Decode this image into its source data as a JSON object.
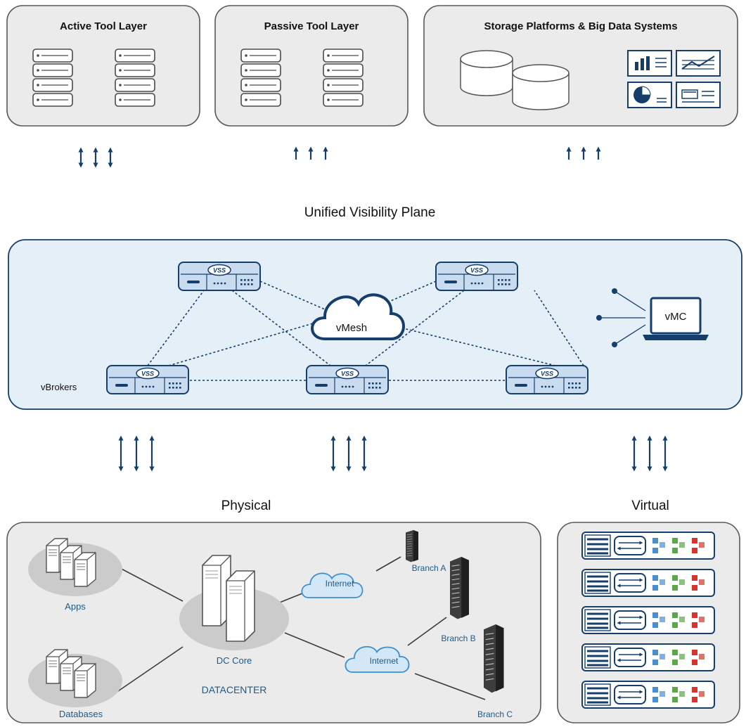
{
  "top_boxes": [
    {
      "title": "Active Tool Layer"
    },
    {
      "title": "Passive Tool Layer"
    },
    {
      "title": "Storage Platforms & Big Data Systems"
    }
  ],
  "plane": {
    "title": "Unified Visibility Plane",
    "vbrokers_label": "vBrokers",
    "cloud_label": "vMesh",
    "vmc_label": "vMC",
    "device_logo": "VSS"
  },
  "physical": {
    "title": "Physical",
    "apps_label": "Apps",
    "databases_label": "Databases",
    "dc_core_label": "DC Core",
    "datacenter_label": "DATACENTER",
    "internet1_label": "Internet",
    "internet2_label": "Internet",
    "branches": [
      "Branch A",
      "Branch B",
      "Branch C"
    ]
  },
  "virtual": {
    "title": "Virtual"
  },
  "colors": {
    "navy": "#163e6b",
    "box_fill": "#ebebeb",
    "plane_fill": "#e5eff8",
    "device_fill": "#c9dcef",
    "cloud_fill": "#d4e7f6",
    "label_blue": "#1d5a8a",
    "green": "#5aa84a",
    "red": "#d6342c",
    "blue_sq": "#4c8fd0"
  },
  "icons": [
    "server-stack-icon",
    "database-icon",
    "bar-chart-icon",
    "line-chart-icon",
    "pie-chart-icon",
    "cards-icon",
    "vss-appliance-icon",
    "cloud-icon",
    "laptop-icon",
    "building-icon",
    "virtual-rack-icon"
  ]
}
